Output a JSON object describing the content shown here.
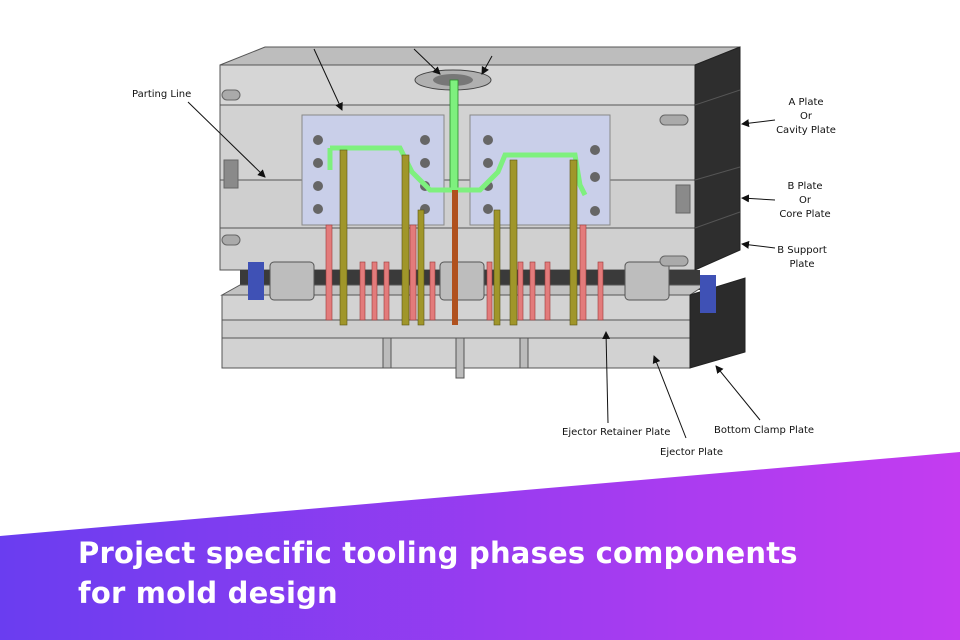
{
  "diagram": {
    "labels": {
      "parting_line": "Parting Line",
      "a_plate": [
        "A Plate",
        "Or",
        "Cavity Plate"
      ],
      "b_plate": [
        "B Plate",
        "Or",
        "Core Plate"
      ],
      "b_support": [
        "B Support",
        "Plate"
      ],
      "ejector_retainer": "Ejector Retainer Plate",
      "ejector_plate": "Ejector Plate",
      "bottom_clamp": "Bottom Clamp Plate"
    },
    "colors": {
      "plate_face": "#d4d4d4",
      "plate_top": "#bfbfbf",
      "plate_side": "#2b2b2b",
      "cavity_insert": "#c9cfe9",
      "runner_green": "#7ef07e",
      "ejector_pin_red": "#e37b7b",
      "guide_pin_olive": "#a0962a",
      "sprue_brown": "#b0511e",
      "spring_blue": "#3f51b5"
    }
  },
  "banner": {
    "title_line_1": "Project specific tooling phases components",
    "title_line_2": "for mold design",
    "gradient_start": "#6a3df0",
    "gradient_end": "#c43cf0"
  }
}
